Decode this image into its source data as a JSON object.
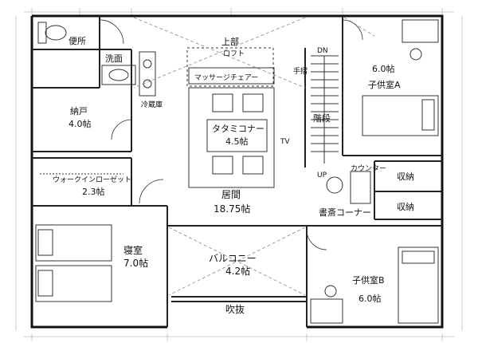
{
  "rooms": {
    "toilet": "便所",
    "washroom": "洗面",
    "storage": {
      "name": "納戸",
      "size": "4.0帖"
    },
    "fridge": "冷蔵庫",
    "loft": {
      "name": "上部",
      "sub": "ロフト"
    },
    "massage_chair": "マッサージチェアー",
    "tatami": {
      "name": "タタミコナー",
      "size": "4.5帖"
    },
    "walk_in_closet": {
      "name": "ウォークインローゼット",
      "size": "2.3帖"
    },
    "living": {
      "name": "居間",
      "size": "18.75帖"
    },
    "bedroom": {
      "name": "寝室",
      "size": "7.0帖"
    },
    "balcony": {
      "name": "バルコニー",
      "size": "4.2帖"
    },
    "void": "吹抜",
    "stairs": "階段",
    "stairs_dn": "DN",
    "stairs_up": "UP",
    "handrail": "手摺",
    "tv": "TV",
    "child_a": {
      "name": "子供室A",
      "size": "6.0帖"
    },
    "child_b": {
      "name": "子供室B",
      "size": "6.0帖"
    },
    "storage1": "収納",
    "storage2": "収納",
    "study": "書斎コーナー",
    "counter": "カウンター"
  }
}
